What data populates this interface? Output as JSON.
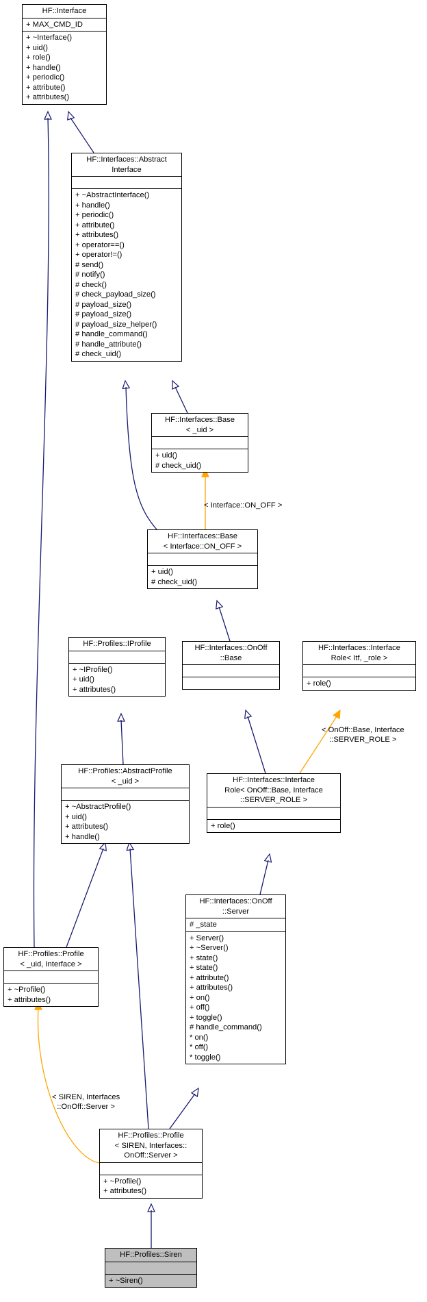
{
  "nodes": {
    "hf_interface": {
      "title": [
        "HF::Interface"
      ],
      "attrs": [
        "+ MAX_CMD_ID"
      ],
      "methods": [
        "+ ~Interface()",
        "+ uid()",
        "+ role()",
        "+ handle()",
        "+ periodic()",
        "+ attribute()",
        "+ attributes()"
      ]
    },
    "abstract_interface": {
      "title": [
        "HF::Interfaces::Abstract",
        "Interface"
      ],
      "attrs": [],
      "methods": [
        "+ ~AbstractInterface()",
        "+ handle()",
        "+ periodic()",
        "+ attribute()",
        "+ attributes()",
        "+ operator==()",
        "+ operator!=()",
        "# send()",
        "# notify()",
        "# check()",
        "# check_payload_size()",
        "# payload_size()",
        "# payload_size()",
        "# payload_size_helper()",
        "# handle_command()",
        "# handle_attribute()",
        "# check_uid()"
      ]
    },
    "base_uid": {
      "title": [
        "HF::Interfaces::Base",
        "< _uid >"
      ],
      "attrs": [],
      "methods": [
        "+ uid()",
        "# check_uid()"
      ]
    },
    "base_on_off": {
      "title": [
        "HF::Interfaces::Base",
        "< Interface::ON_OFF >"
      ],
      "attrs": [],
      "methods": [
        "+ uid()",
        "# check_uid()"
      ]
    },
    "iprofile": {
      "title": [
        "HF::Profiles::IProfile"
      ],
      "attrs": [],
      "methods": [
        "+ ~IProfile()",
        "+ uid()",
        "+ attributes()"
      ]
    },
    "onoff_base": {
      "title": [
        "HF::Interfaces::OnOff",
        "::Base"
      ],
      "attrs": [],
      "methods": []
    },
    "interface_role_tpl": {
      "title": [
        "HF::Interfaces::Interface",
        "Role< Itf, _role >"
      ],
      "attrs": [],
      "methods": [
        "+ role()"
      ]
    },
    "abstract_profile": {
      "title": [
        "HF::Profiles::AbstractProfile",
        "< _uid >"
      ],
      "attrs": [],
      "methods": [
        "+ ~AbstractProfile()",
        "+ uid()",
        "+ attributes()",
        "+ handle()"
      ]
    },
    "interface_role_server": {
      "title": [
        "HF::Interfaces::Interface",
        "Role< OnOff::Base, Interface",
        "::SERVER_ROLE >"
      ],
      "attrs": [],
      "methods": [
        "+ role()"
      ]
    },
    "onoff_server": {
      "title": [
        "HF::Interfaces::OnOff",
        "::Server"
      ],
      "attrs": [
        "# _state"
      ],
      "methods": [
        "+ Server()",
        "+ ~Server()",
        "+ state()",
        "+ state()",
        "+ attribute()",
        "+ attributes()",
        "+ on()",
        "+ off()",
        "+ toggle()",
        "# handle_command()",
        "* on()",
        "* off()",
        "* toggle()"
      ]
    },
    "profile_tpl": {
      "title": [
        "HF::Profiles::Profile",
        "< _uid, Interface >"
      ],
      "attrs": [],
      "methods": [
        "+ ~Profile()",
        "+ attributes()"
      ]
    },
    "profile_siren": {
      "title": [
        "HF::Profiles::Profile",
        "< SIREN, Interfaces::",
        "OnOff::Server >"
      ],
      "attrs": [],
      "methods": [
        "+ ~Profile()",
        "+ attributes()"
      ]
    },
    "siren": {
      "title": [
        "HF::Profiles::Siren"
      ],
      "attrs": [],
      "methods": [
        "+ ~Siren()"
      ]
    }
  },
  "edge_labels": {
    "base_on_off_tpl": "< Interface::ON_OFF >",
    "role_server_tpl": "< OnOff::Base, Interface\n::SERVER_ROLE >",
    "profile_siren_tpl": "< SIREN, Interfaces\n::OnOff::Server >"
  },
  "colors": {
    "inheritance": "#191970",
    "template": "#ffa500",
    "current_node": "#bfbfbf"
  }
}
